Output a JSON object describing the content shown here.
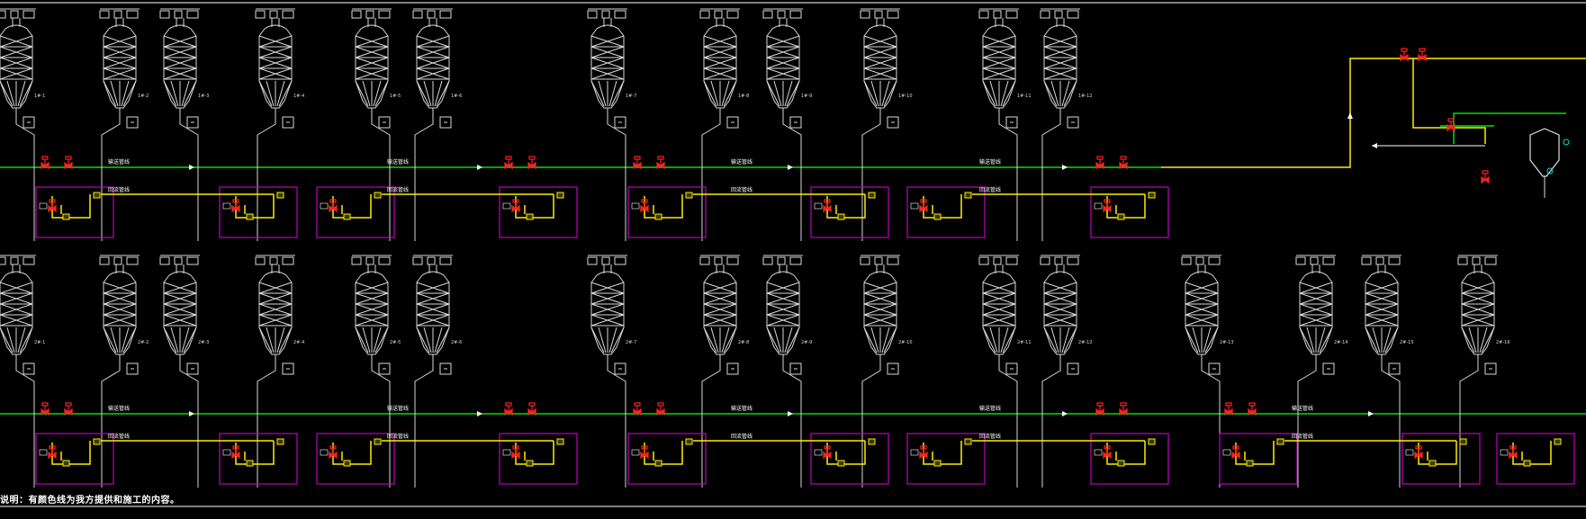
{
  "drawing": {
    "note": "说明：有颜色线为我方提供和施工的内容。",
    "colors": {
      "background": "#000000",
      "frame": "#ffffff",
      "equipment": "#d8d8d8",
      "main_pipe": "#00e000",
      "branch_pipe": "#ffee00",
      "valve_box": "#c000c0",
      "valve": "#ff2020",
      "riser": "#f0c000",
      "process_vessel": "#e0e0e0"
    },
    "upper_row": {
      "silo_count": 12,
      "silo_tags": [
        "1#-1",
        "1#-2",
        "1#-3",
        "1#-4",
        "1#-5",
        "1#-6",
        "1#-7",
        "1#-8",
        "1#-9",
        "1#-10",
        "1#-11",
        "1#-12"
      ],
      "main_pipe_labels": [
        "输送管线",
        "输送管线",
        "输送管线",
        "输送管线"
      ],
      "branch_pipe_labels": [
        "回流管线",
        "回流管线",
        "回流管线",
        "回流管线"
      ],
      "valve_box_count": 8
    },
    "lower_row": {
      "silo_count": 16,
      "silo_tags": [
        "2#-1",
        "2#-2",
        "2#-3",
        "2#-4",
        "2#-5",
        "2#-6",
        "2#-7",
        "2#-8",
        "2#-9",
        "2#-10",
        "2#-11",
        "2#-12",
        "2#-13",
        "2#-14",
        "2#-15",
        "2#-16"
      ],
      "main_pipe_labels": [
        "输送管线",
        "输送管线",
        "输送管线",
        "输送管线",
        "输送管线"
      ],
      "branch_pipe_labels": [
        "回流管线",
        "回流管线",
        "回流管线",
        "回流管线",
        "回流管线"
      ],
      "valve_box_count": 11
    },
    "process_unit": {
      "vessel_icon": "hopper-vessel-icon",
      "connections": [
        "riser-line",
        "header-line",
        "return-line"
      ]
    }
  }
}
